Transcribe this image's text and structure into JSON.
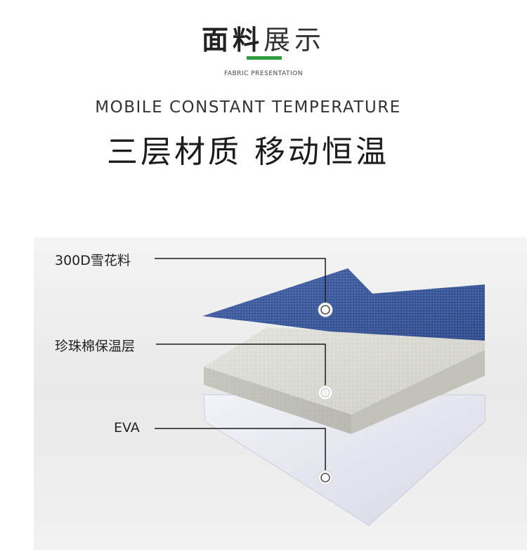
{
  "header": {
    "title_bold": "面料",
    "title_light": "展示",
    "subtitle_en": "FABRIC PRESENTATION"
  },
  "hero": {
    "english": "MOBILE CONSTANT TEMPERATURE",
    "chinese": "三层材质 移动恒温"
  },
  "layers": [
    {
      "label": "300D雪花料",
      "color": "#3f5b9c"
    },
    {
      "label": "珍珠棉保温层",
      "color": "#d8d8d2"
    },
    {
      "label": "EVA",
      "color": "#e4e6f0"
    }
  ],
  "colors": {
    "accent": "#2e9e3e",
    "leader_line": "#1a1a1a"
  }
}
